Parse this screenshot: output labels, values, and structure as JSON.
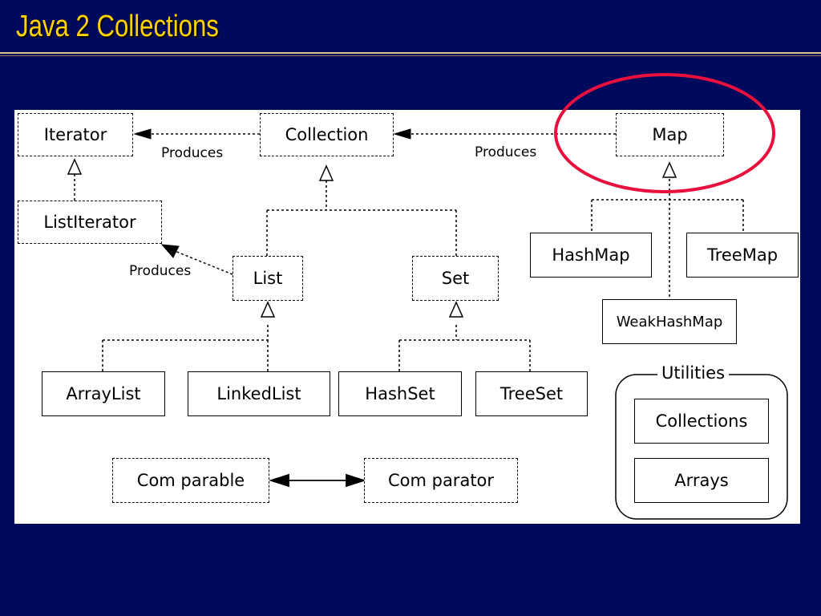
{
  "slide": {
    "title": "Java 2 Collections"
  },
  "diagram": {
    "interfaces": {
      "iterator": "Iterator",
      "collection": "Collection",
      "map": "Map",
      "list_iterator": "ListIterator",
      "list": "List",
      "set": "Set",
      "comparable": "Com parable",
      "comparator": "Com parator"
    },
    "classes": {
      "hashmap": "HashMap",
      "treemap": "TreeMap",
      "weakhashmap": "WeakHashMap",
      "arraylist": "ArrayList",
      "linkedlist": "LinkedList",
      "hashset": "HashSet",
      "treeset": "TreeSet"
    },
    "relation_labels": {
      "collection_to_iterator": "Produces",
      "map_to_collection": "Produces",
      "list_to_listiterator": "Produces"
    },
    "utilities": {
      "group_label": "Utilities",
      "collections": "Collections",
      "arrays": "Arrays"
    },
    "highlight_color": "#e8103c"
  }
}
